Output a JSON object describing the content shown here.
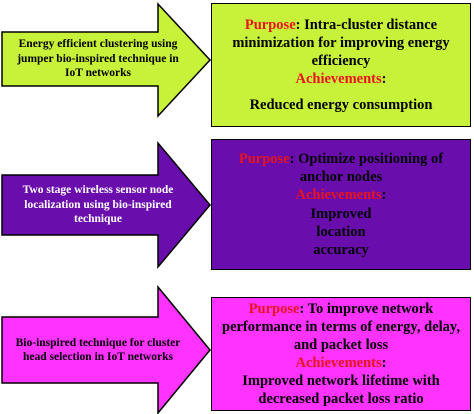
{
  "colors": {
    "green": "#c8f23a",
    "purple": "#6a0dad",
    "magenta": "#ff33ff",
    "red_label": "#e8141c"
  },
  "rows": [
    {
      "arrow_text": "Energy efficient clustering using jumper bio-inspired technique in IoT networks",
      "purpose_label": "Purpose",
      "purpose_text": ": Intra-cluster distance minimization for improving energy efficiency",
      "achievements_label": "Achievements",
      "colon": ":",
      "achievements_text": "Reduced energy consumption"
    },
    {
      "arrow_text": "Two stage wireless sensor node localization using bio-inspired technique",
      "purpose_label": "Purpose",
      "purpose_text": ": Optimize positioning of anchor nodes",
      "achievements_label": "Achievements",
      "colon": ":",
      "achievements_text": "Improved location accuracy"
    },
    {
      "arrow_text": "Bio-inspired technique for cluster head selection in IoT networks",
      "purpose_label": "Purpose",
      "purpose_text": ": To improve network performance in terms of energy, delay, and packet loss",
      "achievements_label": "Achievements",
      "colon": ":",
      "achievements_text": "Improved network lifetime with decreased packet loss ratio"
    }
  ]
}
